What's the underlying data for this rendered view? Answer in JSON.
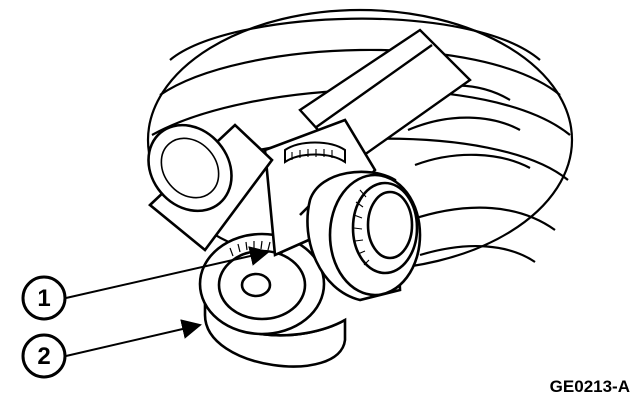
{
  "callouts": [
    {
      "number": "1"
    },
    {
      "number": "2"
    }
  ],
  "figure_id": "GE0213-A",
  "colors": {
    "line": "#000000",
    "fill": "#ffffff"
  }
}
